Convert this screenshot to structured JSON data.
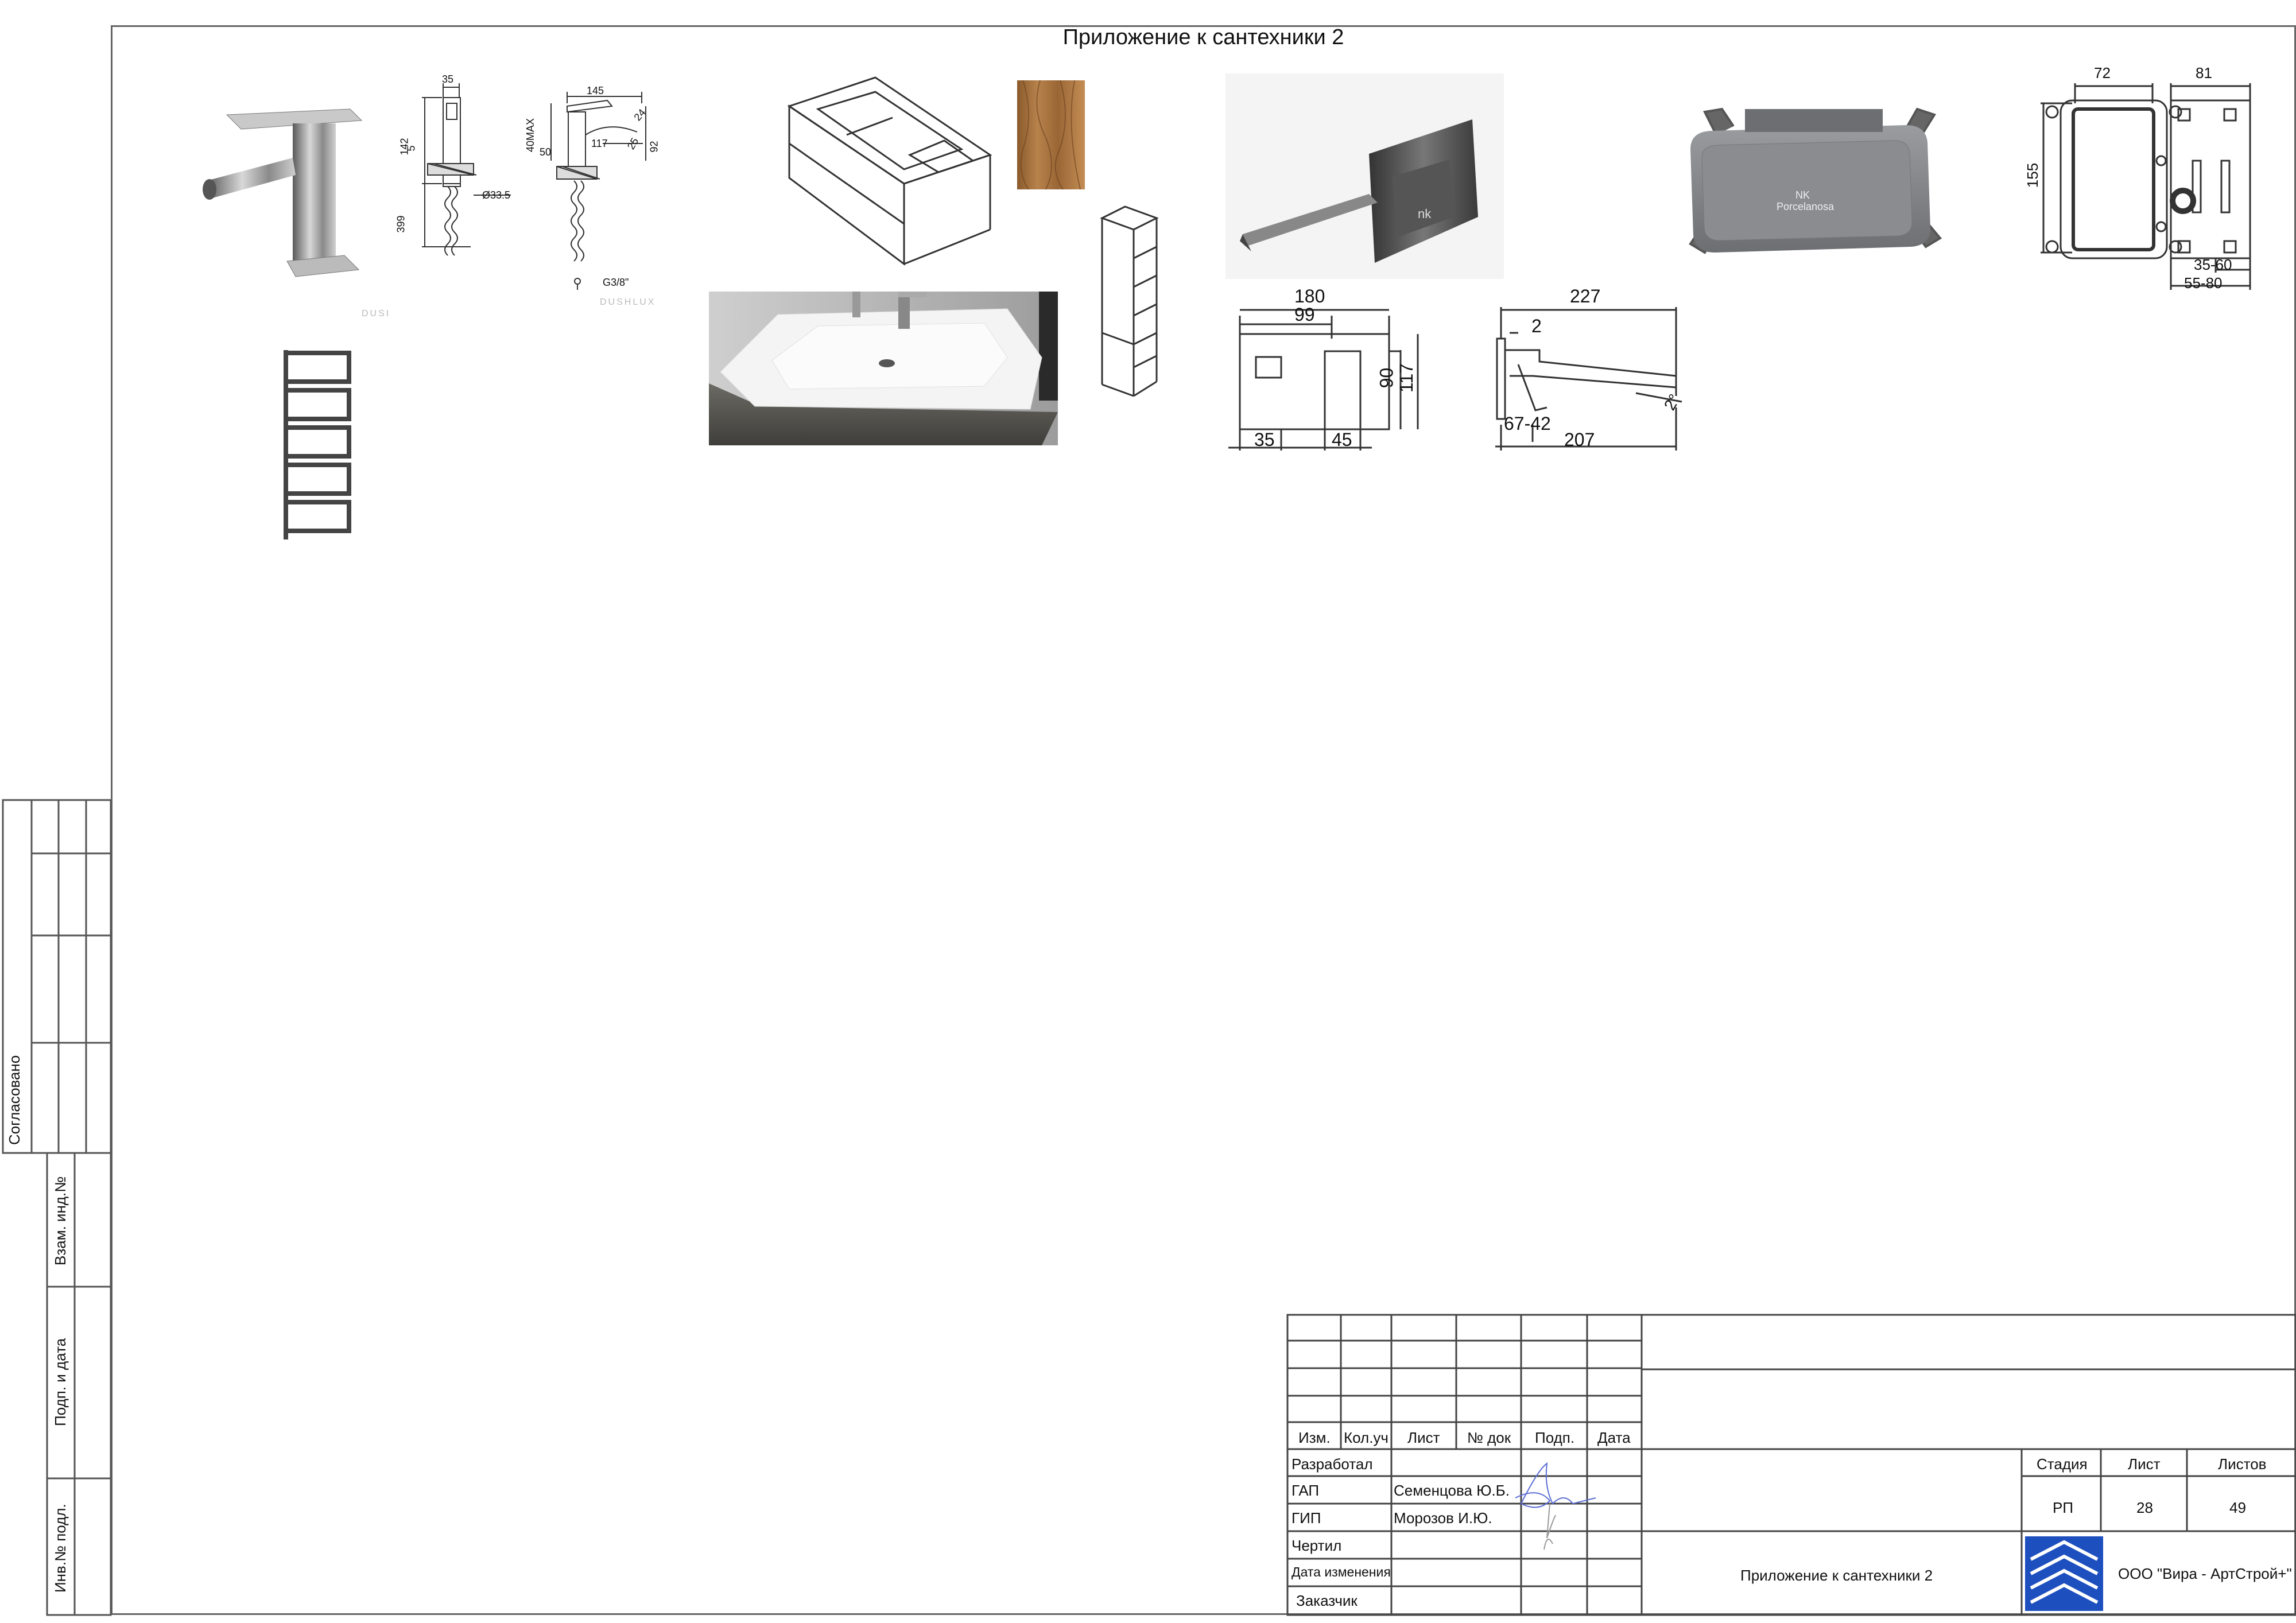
{
  "sheet": {
    "title": "Приложение к сантехники 2"
  },
  "side_stamp": {
    "agreed": "Согласовано",
    "vzam_inv": "Взам. инд.№",
    "podp_data": "Подп. и дата",
    "inv_podl": "Инв.№ подл."
  },
  "items": {
    "bidet_faucet": {
      "dims": {
        "top": "35",
        "h1": "142",
        "h2": "5",
        "h3": "399",
        "dia": "Ø33.5"
      },
      "profile": {
        "w": "145",
        "max": "40MAX",
        "a": "50",
        "b": "117",
        "c": "24",
        "d": "25",
        "e": "92",
        "thread": "G3/8\""
      },
      "brand_1": "DUSI",
      "brand_2": "DUSHLUX"
    },
    "wall_faucet": {
      "front": {
        "w": "180",
        "a": "99",
        "b": "90",
        "c": "117",
        "d": "35",
        "e": "45"
      },
      "side": {
        "w": "227",
        "a": "2",
        "b": "67-42",
        "c": "207",
        "angle": "2°"
      },
      "mark": "nk"
    },
    "box": {
      "brand_1": "NK",
      "brand_2": "Porcelanosa",
      "dims": {
        "w": "72",
        "d": "81",
        "h": "155",
        "r1": "35-60",
        "r2": "55-80"
      }
    }
  },
  "title_block": {
    "headers": {
      "izm": "Изм.",
      "kol": "Кол.уч",
      "list": "Лист",
      "doc": "№ док",
      "podp": "Подп.",
      "data": "Дата"
    },
    "rows": [
      {
        "role": "Разработал",
        "name": ""
      },
      {
        "role": "ГАП",
        "name": "Семенцова Ю.Б."
      },
      {
        "role": "ГИП",
        "name": "Морозов И.Ю."
      },
      {
        "role": "Чертил",
        "name": ""
      },
      {
        "role": "Дата изменения",
        "name": ""
      },
      {
        "role": "Заказчик",
        "name": ""
      }
    ],
    "stage_label": "Стадия",
    "sheet_label": "Лист",
    "sheets_label": "Листов",
    "stage": "РП",
    "sheet": "28",
    "sheets": "49",
    "doc_title": "Приложение к сантехники 2",
    "company": "ООО \"Вира - АртСтрой+\"",
    "colors": {
      "logo": "#1e4fbf"
    }
  }
}
